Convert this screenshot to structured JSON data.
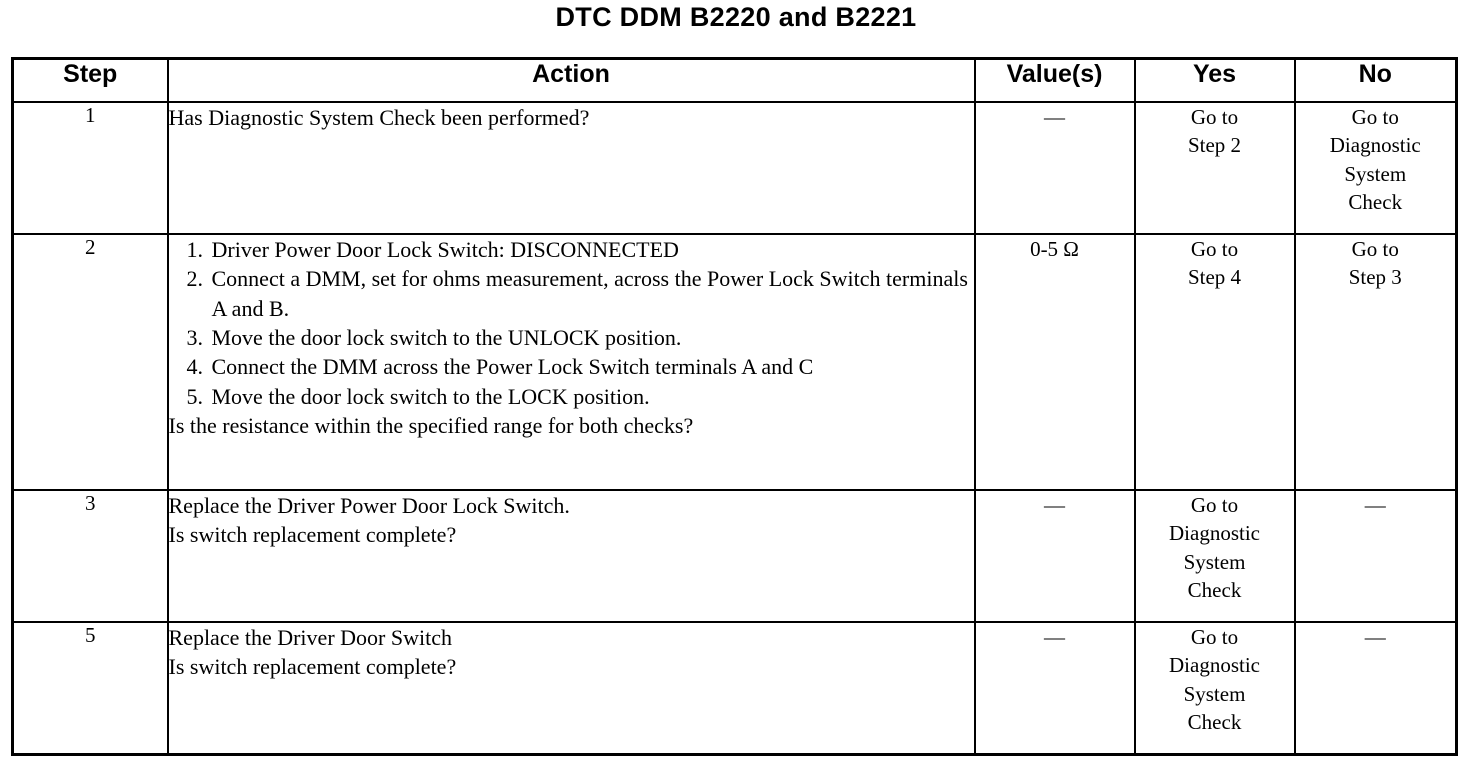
{
  "title": "DTC DDM B2220 and B2221",
  "table": {
    "columns": [
      {
        "key": "step",
        "label": "Step"
      },
      {
        "key": "action",
        "label": "Action"
      },
      {
        "key": "value",
        "label": "Value(s)"
      },
      {
        "key": "yes",
        "label": "Yes"
      },
      {
        "key": "no",
        "label": "No"
      }
    ],
    "rows": [
      {
        "step": "1",
        "action_text": "Has Diagnostic System Check been performed?",
        "action_items": [],
        "action_tail": "",
        "value": "—",
        "yes_lines": [
          "Go to",
          "Step 2"
        ],
        "no_lines": [
          "Go to",
          "Diagnostic",
          "System",
          "Check"
        ]
      },
      {
        "step": "2",
        "action_text": "",
        "action_items": [
          {
            "num": "1.",
            "text": "Driver Power Door Lock Switch: DISCONNECTED"
          },
          {
            "num": "2.",
            "text": "Connect a DMM, set for ohms measurement, across the Power Lock Switch terminals A and B."
          },
          {
            "num": "3.",
            "text": "Move the door lock switch to the UNLOCK position."
          },
          {
            "num": "4.",
            "text": "Connect the DMM across the Power Lock Switch terminals A and C"
          },
          {
            "num": "5.",
            "text": "Move the door lock switch to the LOCK position."
          }
        ],
        "action_tail": "Is the resistance within the specified range for both checks?",
        "value": "0-5 Ω",
        "yes_lines": [
          "Go to",
          "Step 4"
        ],
        "no_lines": [
          "Go to",
          "Step 3"
        ]
      },
      {
        "step": "3",
        "action_text": "Replace the Driver Power Door Lock Switch.\nIs switch replacement complete?",
        "action_items": [],
        "action_tail": "",
        "value": "—",
        "yes_lines": [
          "Go to",
          "Diagnostic",
          "System",
          "Check"
        ],
        "no_lines": [
          "—"
        ]
      },
      {
        "step": "5",
        "action_text": "Replace the Driver Door Switch\nIs switch replacement complete?",
        "action_items": [],
        "action_tail": "",
        "value": "—",
        "yes_lines": [
          "Go to",
          "Diagnostic",
          "System",
          "Check"
        ],
        "no_lines": [
          "—"
        ]
      }
    ]
  }
}
